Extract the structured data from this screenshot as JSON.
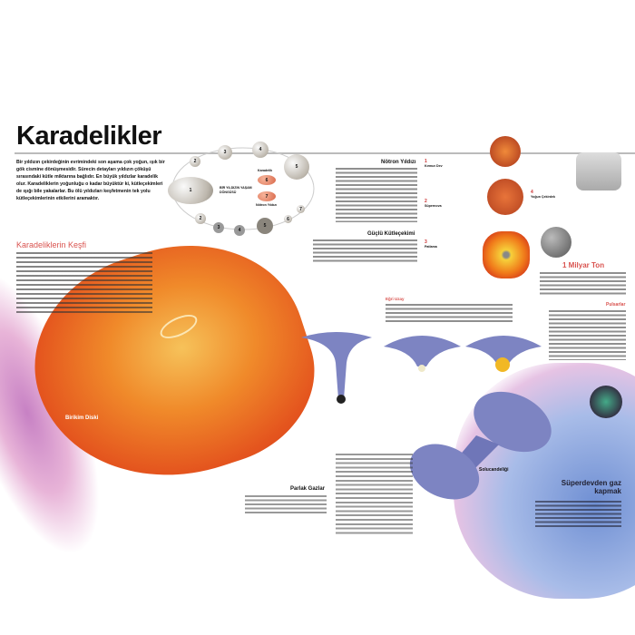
{
  "title": "Karadelikler",
  "intro": "Bir yıldızın çekirdeğinin evrimindeki son aşama çok yoğun, ışık bir gök cismine dönüşmesidir. Sürecin detayları yıldızın çöküşü sırasındaki kütle miktarına bağlıdır. En büyük yıldızlar karadelik olur. Karadeliklerin yoğunluğu o kadar büyüktür ki, kütleçekimleri de ışığı bile yakalarlar. Bu ölü yıldızları keşfetmenin tek yolu kütleçekimlerinin etkilerini aramaktır.",
  "lifecycle": {
    "label": "BİR YILDIZIN YAŞAM DÖNGÜSÜ",
    "red_top": "Karadelik",
    "red_bottom": "Nötron Yıldızı",
    "stages": [
      "1",
      "2",
      "3",
      "4",
      "5",
      "6",
      "7",
      "2",
      "3",
      "4",
      "5",
      "6",
      "7"
    ]
  },
  "discovery": {
    "heading": "Karadeliklerin Keşfi"
  },
  "neutron": {
    "heading": "Nötron Yıldızı"
  },
  "gravity": {
    "heading": "Güçlü Kütleçekimi"
  },
  "steps": [
    {
      "num": "1",
      "label": "Kırmızı Dev"
    },
    {
      "num": "2",
      "label": "Süpernova"
    },
    {
      "num": "3",
      "label": "Patlama"
    },
    {
      "num": "4",
      "label": "Yoğun Çekirdek"
    }
  ],
  "billion": {
    "heading": "1 Milyar Ton"
  },
  "pulsars": {
    "heading": "Pulsarlar"
  },
  "warp": {
    "heading": "Eğri Uzay"
  },
  "wormhole": {
    "label": "Solucandeliği"
  },
  "accretion": {
    "heading": "Birikim Diski"
  },
  "gases": {
    "heading": "Parlak Gazlar"
  },
  "supergiant": {
    "heading": "Süperdevden gaz kapmak"
  },
  "colors": {
    "accent": "#d9534f",
    "disk": "#e8662a",
    "funnel": "#7d84c2"
  }
}
